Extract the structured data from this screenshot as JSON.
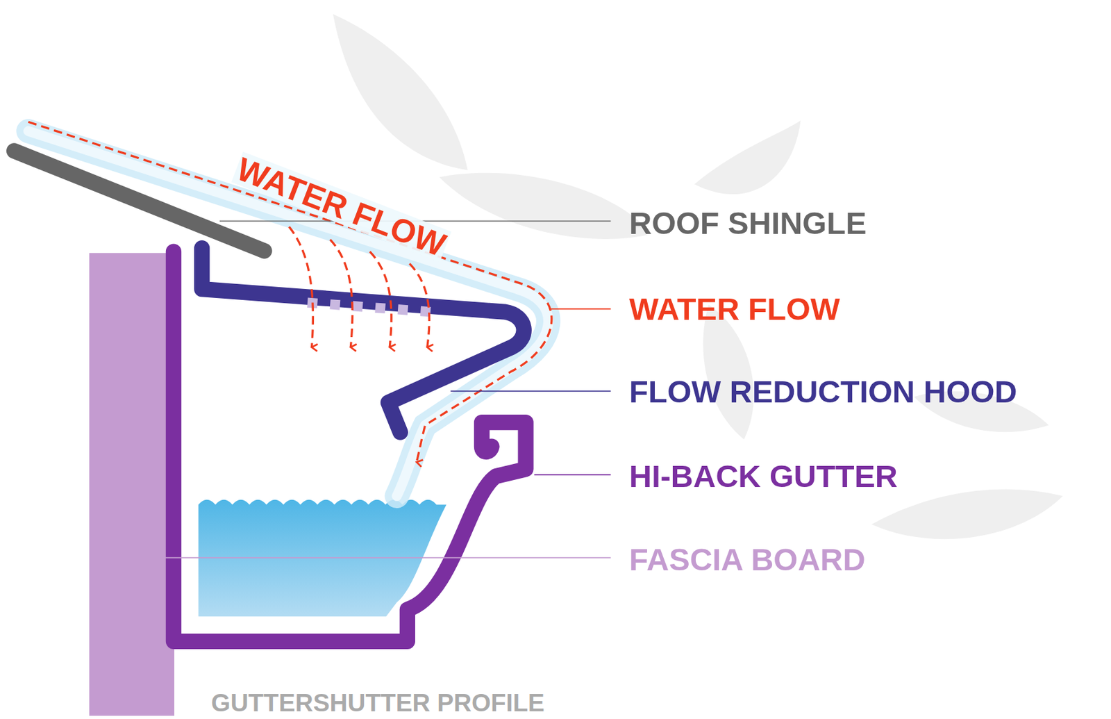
{
  "diagram": {
    "caption": "GUTTERSHUTTER PROFILE",
    "labels": [
      "WATER FLOW",
      "ROOF SHINGLE",
      "WATER FLOW",
      "FLOW REDUCTION HOOD",
      "HI-BACK GUTTER",
      "FASCIA BOARD"
    ]
  }
}
